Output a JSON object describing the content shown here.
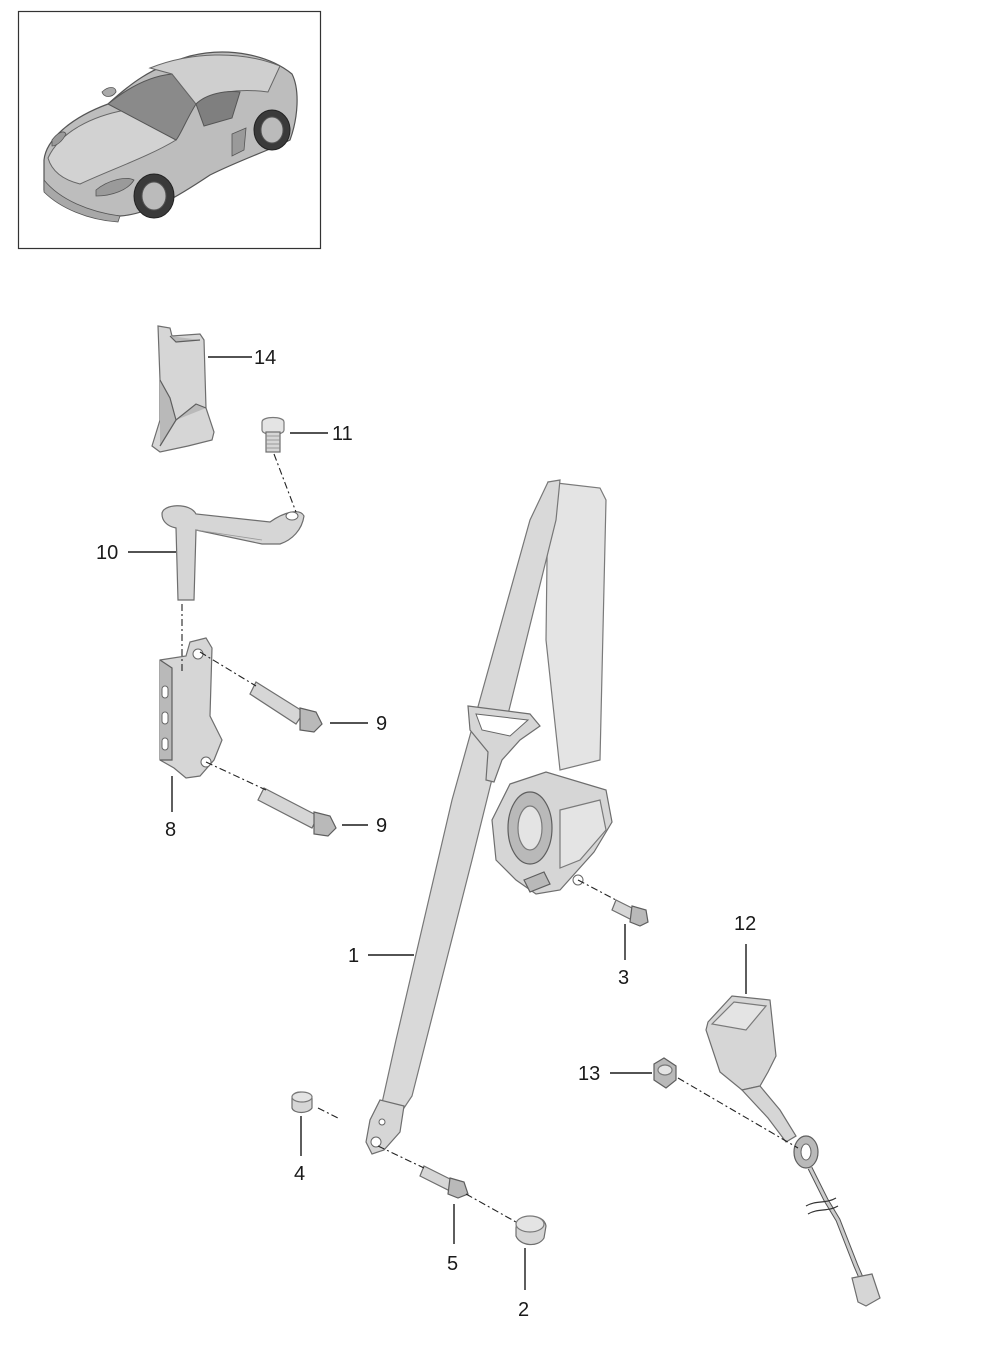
{
  "thumbnail": {
    "description_icon": "car-thumbnail-icon"
  },
  "callouts": [
    {
      "id": "1",
      "label": "1"
    },
    {
      "id": "2",
      "label": "2"
    },
    {
      "id": "3",
      "label": "3"
    },
    {
      "id": "4",
      "label": "4"
    },
    {
      "id": "5",
      "label": "5"
    },
    {
      "id": "8",
      "label": "8"
    },
    {
      "id": "9a",
      "label": "9"
    },
    {
      "id": "9b",
      "label": "9"
    },
    {
      "id": "10",
      "label": "10"
    },
    {
      "id": "11",
      "label": "11"
    },
    {
      "id": "12",
      "label": "12"
    },
    {
      "id": "13",
      "label": "13"
    },
    {
      "id": "14",
      "label": "14"
    }
  ],
  "colors": {
    "line": "#1a1a1a",
    "part": "#d6d6d6",
    "frame": "#333333"
  }
}
